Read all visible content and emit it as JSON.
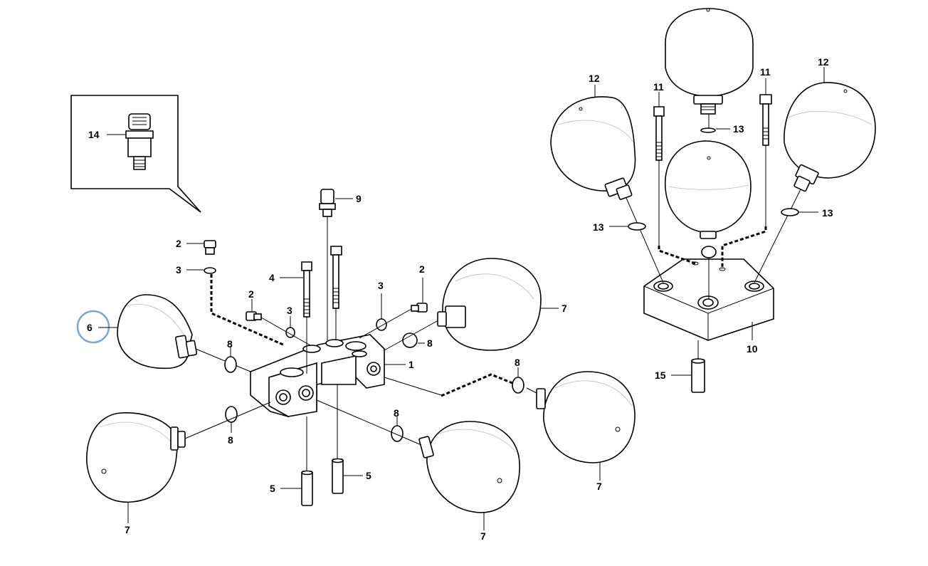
{
  "callouts": {
    "c1": "1",
    "c2a": "2",
    "c2b": "2",
    "c2c": "2",
    "c3a": "3",
    "c3b": "3",
    "c3c": "3",
    "c4": "4",
    "c5a": "5",
    "c5b": "5",
    "c6": "6",
    "c7a": "7",
    "c7b": "7",
    "c7c": "7",
    "c7d": "7",
    "c8a": "8",
    "c8b": "8",
    "c8c": "8",
    "c8d": "8",
    "c8e": "8",
    "c9": "9",
    "c10": "10",
    "c11a": "11",
    "c11b": "11",
    "c12a": "12",
    "c12b": "12",
    "c13a": "13",
    "c13b": "13",
    "c13c": "13",
    "c14": "14",
    "c15": "15"
  },
  "highlight": {
    "part": "6",
    "color": "#7fa7cf"
  }
}
